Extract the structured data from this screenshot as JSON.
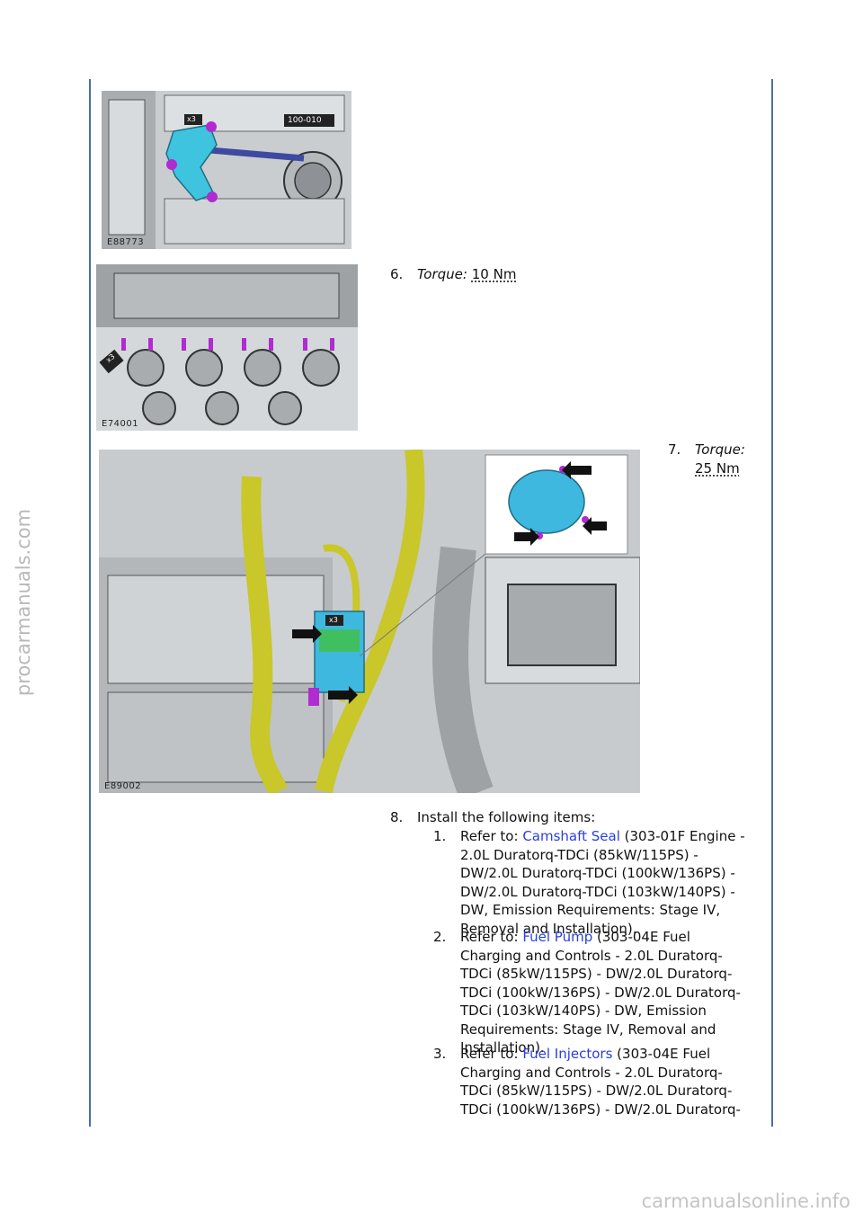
{
  "watermark_side": "procarmanuals.com",
  "watermark_bottom": "carmanualsonline.info",
  "figures": [
    {
      "code": "E88773",
      "callouts": [
        "x3",
        "100-010"
      ]
    },
    {
      "code": "E74001",
      "callouts": [
        "x3"
      ]
    },
    {
      "code": "E89002",
      "callouts": [
        "x3"
      ]
    }
  ],
  "steps": [
    {
      "num": "6.",
      "torque_label": "Torque:",
      "torque_value": "10 Nm"
    },
    {
      "num": "7.",
      "torque_label": "Torque:",
      "torque_value": "25 Nm"
    },
    {
      "num": "8.",
      "text": "Install the following items:",
      "items": [
        {
          "num": "1.",
          "prefix": "Refer to: ",
          "link": "Camshaft Seal",
          "lines": [
            " (303-01F Engine -",
            "2.0L Duratorq-TDCi (85kW/115PS) -",
            "DW/2.0L Duratorq-TDCi (100kW/136PS) -",
            "DW/2.0L Duratorq-TDCi (103kW/140PS) -",
            "DW, Emission Requirements: Stage IV,",
            "Removal and Installation)."
          ]
        },
        {
          "num": "2.",
          "prefix": "Refer to: ",
          "link": "Fuel Pump",
          "lines": [
            " (303-04E Fuel",
            "Charging and Controls - 2.0L Duratorq-",
            "TDCi (85kW/115PS) - DW/2.0L Duratorq-",
            "TDCi (100kW/136PS) - DW/2.0L Duratorq-",
            "TDCi (103kW/140PS) - DW, Emission",
            "Requirements: Stage IV, Removal and",
            "Installation)."
          ]
        },
        {
          "num": "3.",
          "prefix": "Refer to: ",
          "link": "Fuel Injectors",
          "lines": [
            " (303-04E Fuel",
            "Charging and Controls - 2.0L Duratorq-",
            "TDCi (85kW/115PS) - DW/2.0L Duratorq-",
            "TDCi (100kW/136PS) - DW/2.0L Duratorq-"
          ]
        }
      ]
    }
  ]
}
